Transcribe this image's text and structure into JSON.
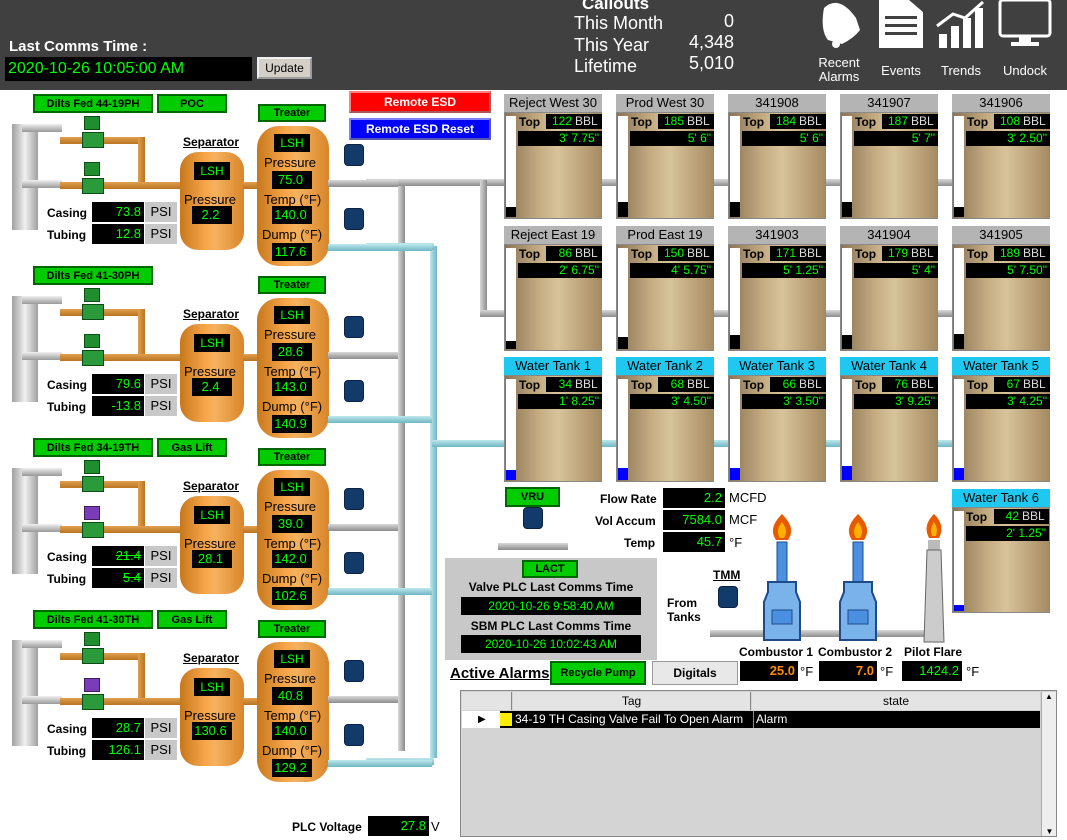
{
  "header": {
    "last_comms_label": "Last Comms Time :",
    "last_comms_value": "2020-10-26 10:05:00 AM",
    "update_label": "Update",
    "callouts_title": "Callouts",
    "callouts": [
      {
        "label": "This Month",
        "value": "0"
      },
      {
        "label": "This Year",
        "value": "4,348"
      },
      {
        "label": "Lifetime",
        "value": "5,010"
      }
    ],
    "nav": [
      {
        "label": "Recent Alarms",
        "icon": "bell-icon"
      },
      {
        "label": "Events",
        "icon": "document-icon"
      },
      {
        "label": "Trends",
        "icon": "trend-chart-icon"
      },
      {
        "label": "Undock",
        "icon": "monitor-icon"
      }
    ]
  },
  "esd": {
    "remote_esd": "Remote ESD",
    "remote_esd_reset": "Remote ESD Reset"
  },
  "wells": [
    {
      "name": "Dilts Fed 44-19PH",
      "tag": "POC",
      "separator": "Separator",
      "sep_pressure": "2.2",
      "casing": "73.8",
      "tubing": "12.8",
      "casing_strike": false,
      "treater_pressure": "75.0",
      "treater_temp": "140.0",
      "treater_dump": "117.6"
    },
    {
      "name": "Dilts Fed 41-30PH",
      "tag": "",
      "separator": "Separator",
      "sep_pressure": "2.4",
      "casing": "79.6",
      "tubing": "-13.8",
      "casing_strike": false,
      "treater_pressure": "28.6",
      "treater_temp": "143.0",
      "treater_dump": "140.9"
    },
    {
      "name": "Dilts Fed 34-19TH",
      "tag": "Gas Lift",
      "separator": "Separator",
      "sep_pressure": "28.1",
      "casing": "21.4",
      "tubing": "5.4",
      "casing_strike": true,
      "treater_pressure": "39.0",
      "treater_temp": "142.0",
      "treater_dump": "102.6"
    },
    {
      "name": "Dilts Fed 41-30TH",
      "tag": "Gas Lift",
      "separator": "Separator",
      "sep_pressure": "130.6",
      "casing": "28.7",
      "tubing": "126.1",
      "casing_strike": false,
      "treater_pressure": "40.8",
      "treater_temp": "140.0",
      "treater_dump": "129.2"
    }
  ],
  "labels": {
    "casing": "Casing",
    "tubing": "Tubing",
    "psi": "PSI",
    "lsh": "LSH",
    "pressure": "Pressure",
    "temp": "Temp (°F)",
    "dump": "Dump (°F)",
    "treater": "Treater",
    "top": "Top",
    "bbl": "BBL",
    "vru": "VRU",
    "lact": "LACT",
    "tmm": "TMM",
    "from_tanks": "From Tanks",
    "flow_rate": "Flow Rate",
    "vol_accum": "Vol Accum",
    "temp_short": "Temp",
    "mcfd": "MCFD",
    "mcf": "MCF",
    "degf": "°F",
    "plc_voltage": "PLC Voltage",
    "volt": "V"
  },
  "tanks_row1": [
    {
      "name": "Reject West 30",
      "top": "122",
      "level": "3' 7.75\"",
      "fill": 0.1
    },
    {
      "name": "Prod West 30",
      "top": "185",
      "level": "5' 6\"",
      "fill": 0.15
    },
    {
      "name": "341908",
      "top": "184",
      "level": "5' 6\"",
      "fill": 0.15
    },
    {
      "name": "341907",
      "top": "187",
      "level": "5' 7\"",
      "fill": 0.15
    },
    {
      "name": "341906",
      "top": "108",
      "level": "3' 2.50\"",
      "fill": 0.1
    }
  ],
  "tanks_row2": [
    {
      "name": "Reject East 19",
      "top": "86",
      "level": "2' 6.75\"",
      "fill": 0.08
    },
    {
      "name": "Prod East 19",
      "top": "150",
      "level": "4' 5.75\"",
      "fill": 0.12
    },
    {
      "name": "341903",
      "top": "171",
      "level": "5' 1.25\"",
      "fill": 0.14
    },
    {
      "name": "341904",
      "top": "179",
      "level": "5' 4\"",
      "fill": 0.14
    },
    {
      "name": "341905",
      "top": "189",
      "level": "5' 7.50\"",
      "fill": 0.15
    }
  ],
  "tanks_water": [
    {
      "name": "Water Tank 1",
      "top": "34",
      "level": "1' 8.25\"",
      "fill": 0.1
    },
    {
      "name": "Water Tank 2",
      "top": "68",
      "level": "3' 4.50\"",
      "fill": 0.12
    },
    {
      "name": "Water Tank 3",
      "top": "66",
      "level": "3' 3.50\"",
      "fill": 0.12
    },
    {
      "name": "Water Tank 4",
      "top": "76",
      "level": "3' 9.25\"",
      "fill": 0.14
    },
    {
      "name": "Water Tank 5",
      "top": "67",
      "level": "3' 4.25\"",
      "fill": 0.12
    }
  ],
  "tank6": {
    "name": "Water Tank 6",
    "top": "42",
    "level": "2' 1.25\"",
    "fill": 0.06
  },
  "flow": {
    "flow_rate": "2.2",
    "vol_accum": "7584.0",
    "temp": "45.7"
  },
  "plc": {
    "valve_label": "Valve PLC Last Comms Time",
    "valve_value": "2020-10-26 9:58:40 AM",
    "sbm_label": "SBM PLC Last Comms Time",
    "sbm_value": "2020-10-26 10:02:43 AM",
    "voltage": "27.8"
  },
  "combustors": [
    {
      "name": "Combustor 1",
      "value": "25.0",
      "color": "#ff8c00"
    },
    {
      "name": "Combustor 2",
      "value": "7.0",
      "color": "#ff8c00"
    },
    {
      "name": "Pilot Flare",
      "value": "1424.2",
      "color": "#00ff00"
    }
  ],
  "alarms": {
    "title": "Active Alarms",
    "recycle_pump": "Recycle Pump",
    "digitals": "Digitals",
    "col_tag": "Tag",
    "col_state": "state",
    "rows": [
      {
        "tag": "34-19 TH Casing Valve Fail To Open Alarm",
        "state": "Alarm"
      }
    ]
  },
  "colors": {
    "lcd_green": "#00ff00",
    "button_green": "#00cc00",
    "esd_red": "#ff0000",
    "esd_blue": "#0000ff",
    "water_header": "#1ec8f0",
    "header_bg": "#404040"
  }
}
